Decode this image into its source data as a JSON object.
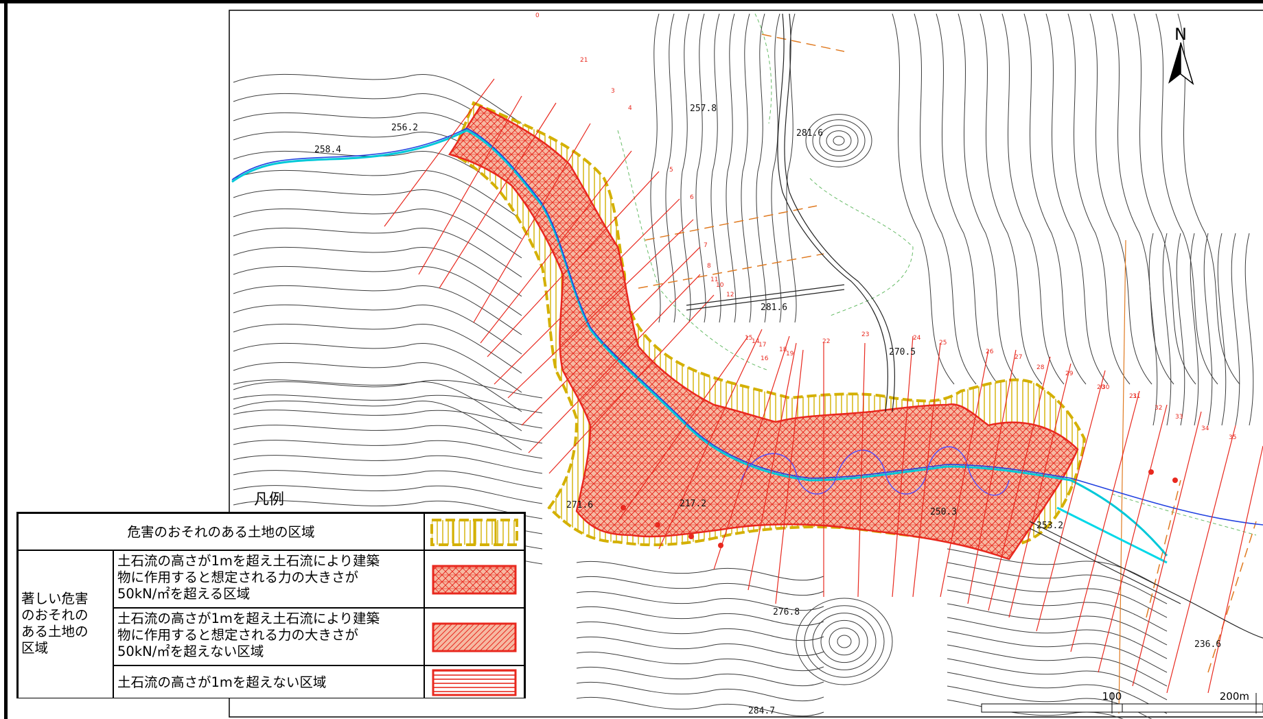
{
  "map": {
    "north_label": "N",
    "scale_labels": [
      "100",
      "200m"
    ],
    "elevation_labels": [
      "256.2",
      "258.4",
      "257.8",
      "281.6",
      "281.6",
      "270.5",
      "271.6",
      "217.2",
      "250.3",
      "253.2",
      "276.8",
      "236.6",
      "284.7"
    ],
    "section_numbers": [
      "0",
      "21",
      "3",
      "4",
      "5",
      "6",
      "7",
      "8",
      "11",
      "10",
      "12",
      "15",
      "14",
      "17",
      "16",
      "18",
      "19",
      "22",
      "23",
      "24",
      "25",
      "26",
      "27",
      "28",
      "29",
      "30",
      "31",
      "32",
      "33",
      "34",
      "35",
      "20",
      "21"
    ],
    "colors": {
      "danger_zone_yellow": "#d4b000",
      "severe_zone_red": "#e8281e",
      "hatch_fill": "#f4a58a",
      "stream_blue": "#2040e0",
      "stream_cyan": "#00c8d8",
      "contour": "#303030",
      "orange_line": "#e07a20"
    }
  },
  "legend": {
    "title": "凡例",
    "row1": {
      "label": "危害のおそれのある土地の区域"
    },
    "row2_group_label": [
      "著しい危害",
      "のおそれの",
      "ある土地の",
      "区域"
    ],
    "row2a": {
      "lines": [
        "土石流の高さが1mを超え土石流により建築",
        "物に作用すると想定される力の大きさが",
        "50kN/㎡を超える区域"
      ]
    },
    "row2b": {
      "lines": [
        "土石流の高さが1mを超え土石流により建築",
        "物に作用すると想定される力の大きさが",
        "50kN/㎡を超えない区域"
      ]
    },
    "row2c": {
      "label": "土石流の高さが1mを超えない区域"
    }
  }
}
